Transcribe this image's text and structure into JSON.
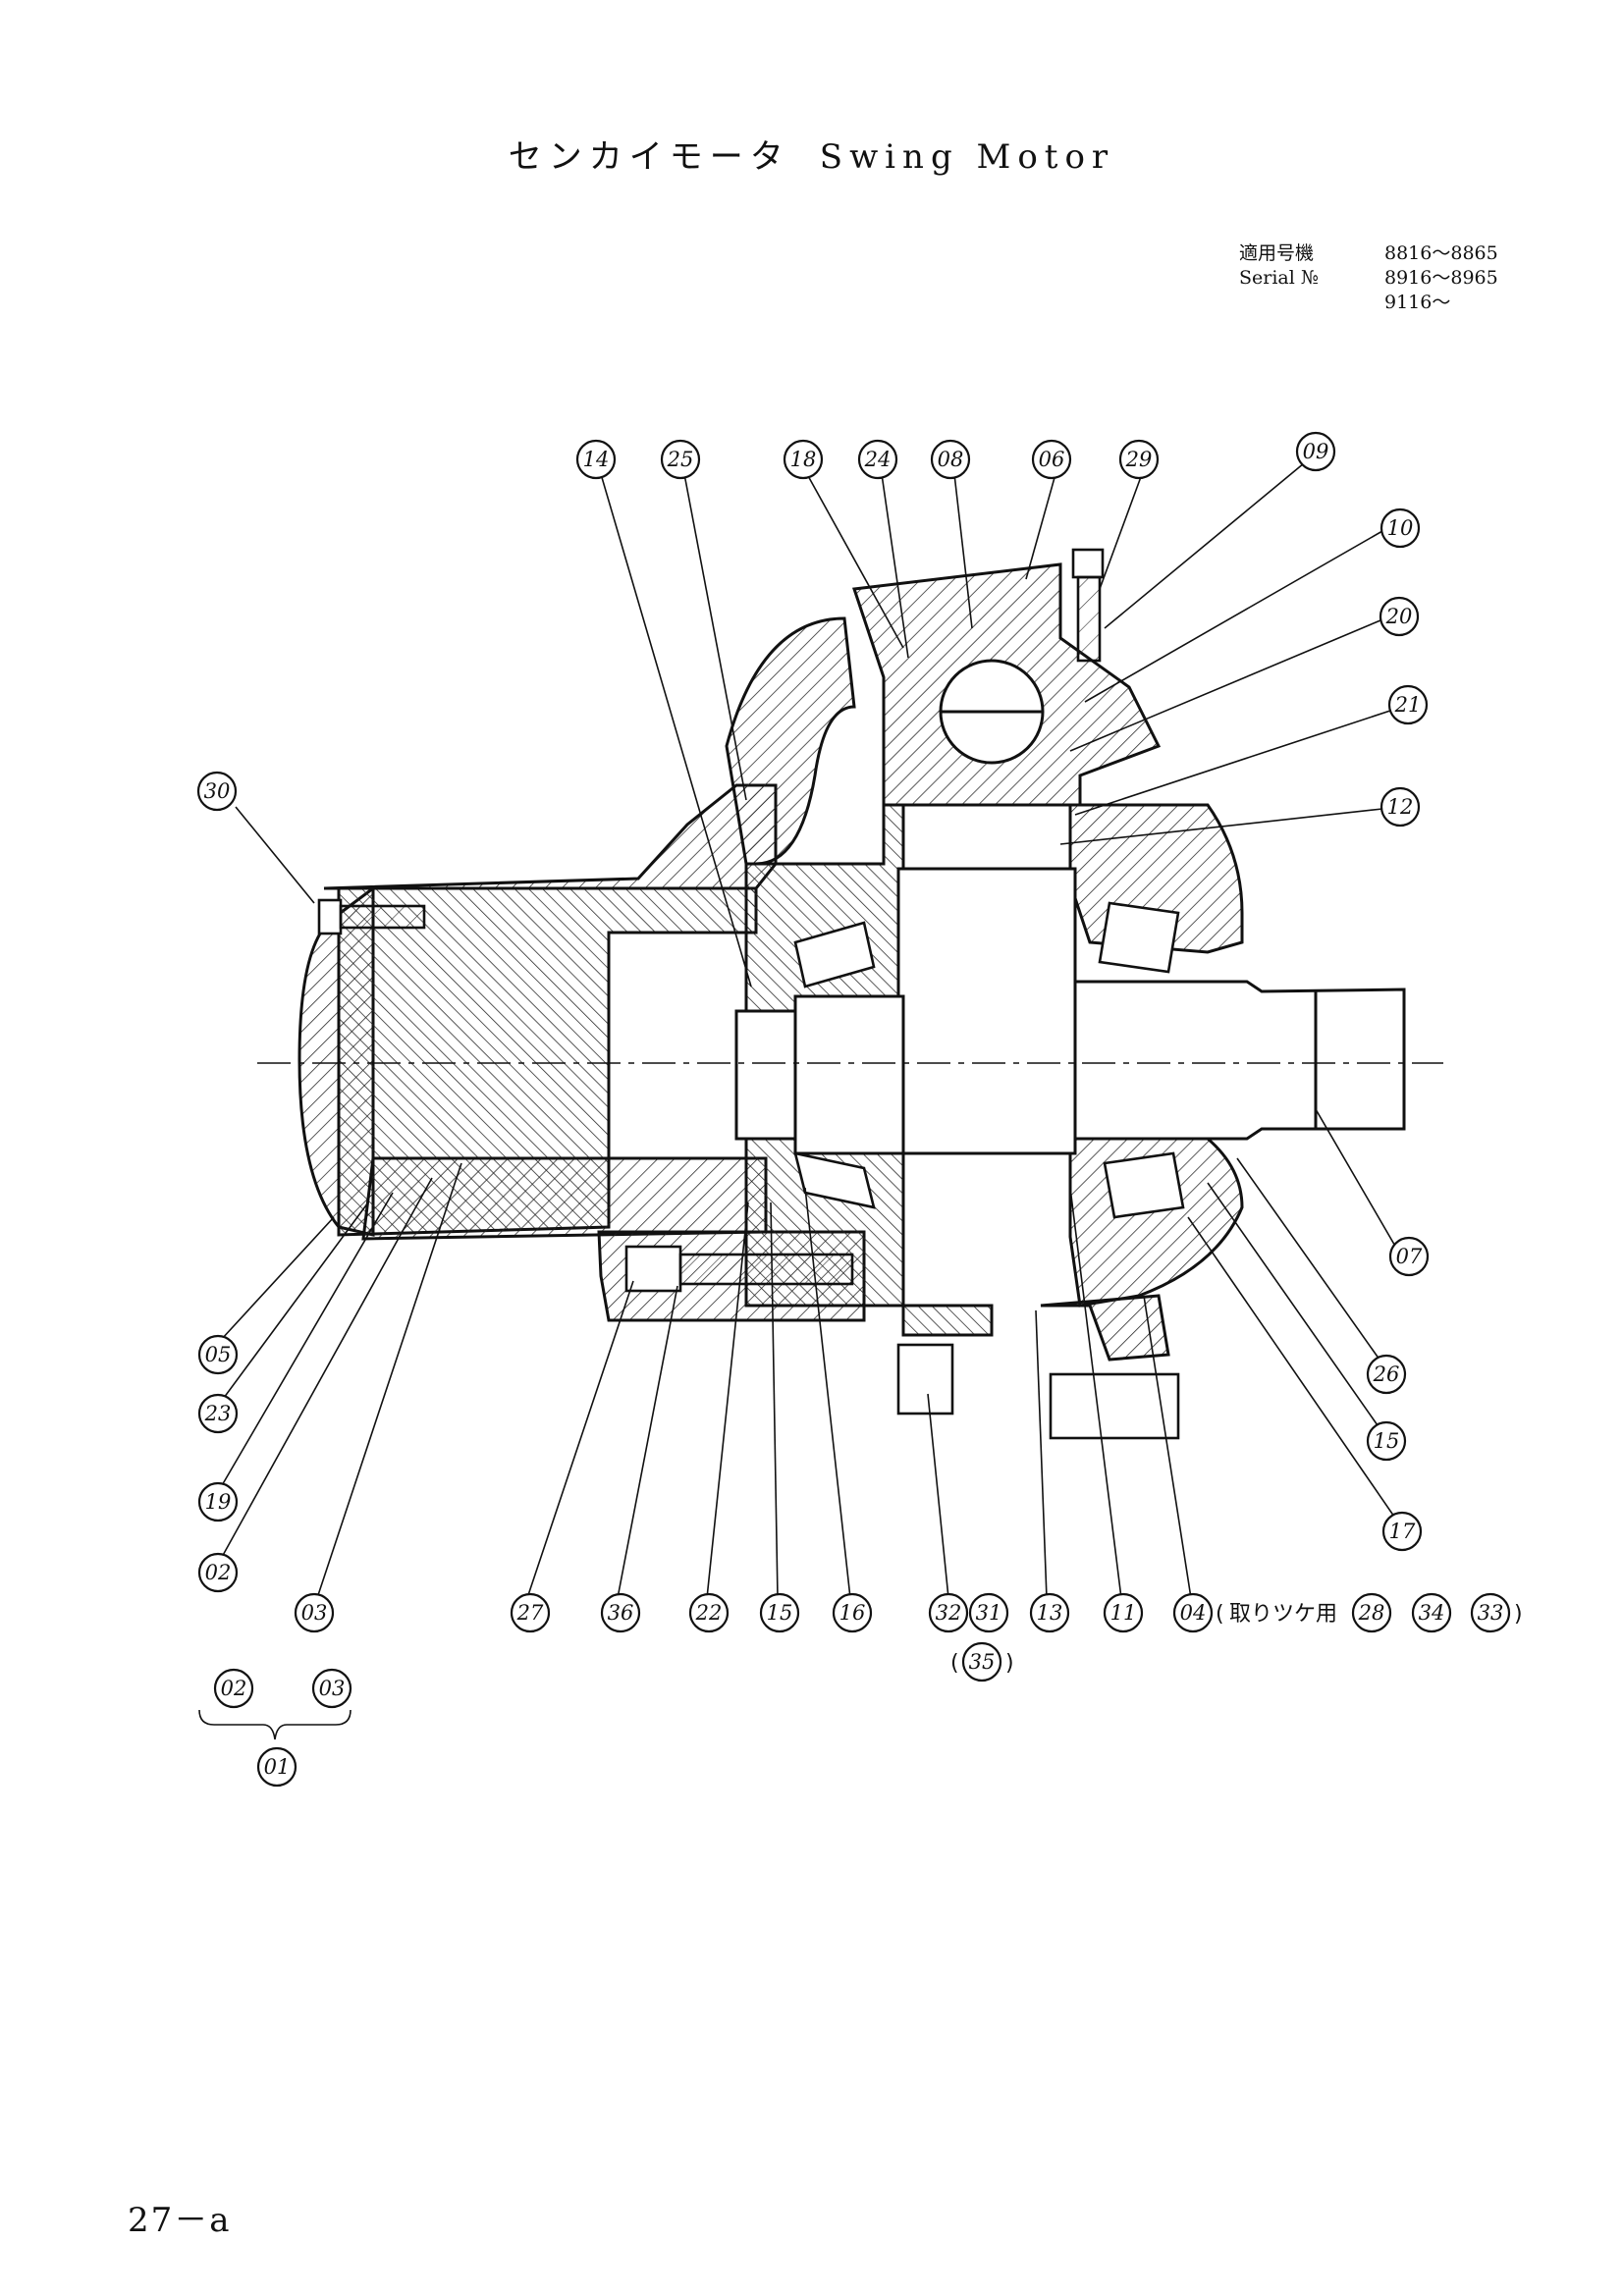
{
  "page": {
    "title_kana": "センカイモータ",
    "title_en": "Swing Motor",
    "page_number": "27－a"
  },
  "serial": {
    "label_jp": "適用号機",
    "label_en": "Serial №",
    "values": [
      "8816～8865",
      "8916～8965",
      "9116～"
    ]
  },
  "callouts": [
    {
      "num": "30"
    },
    {
      "num": "14"
    },
    {
      "num": "25"
    },
    {
      "num": "18"
    },
    {
      "num": "24"
    },
    {
      "num": "08"
    },
    {
      "num": "06"
    },
    {
      "num": "29"
    },
    {
      "num": "09"
    },
    {
      "num": "10"
    },
    {
      "num": "20"
    },
    {
      "num": "21"
    },
    {
      "num": "12"
    },
    {
      "num": "07"
    },
    {
      "num": "26"
    },
    {
      "num": "15"
    },
    {
      "num": "17"
    },
    {
      "num": "05"
    },
    {
      "num": "23"
    },
    {
      "num": "19"
    },
    {
      "num": "02"
    },
    {
      "num": "03"
    },
    {
      "num": "27"
    },
    {
      "num": "36"
    },
    {
      "num": "22"
    },
    {
      "num": "15"
    },
    {
      "num": "16"
    },
    {
      "num": "32"
    },
    {
      "num": "31"
    },
    {
      "num": "13"
    },
    {
      "num": "11"
    },
    {
      "num": "04"
    },
    {
      "num": "35"
    },
    {
      "num": "28"
    },
    {
      "num": "34"
    },
    {
      "num": "33"
    },
    {
      "num": "02"
    },
    {
      "num": "03"
    },
    {
      "num": "01"
    }
  ],
  "mounting_note": {
    "label": "取りツケ用",
    "open_paren": "(",
    "close_paren": ")",
    "sub_paren_open": "(",
    "sub_paren_close": ")"
  }
}
